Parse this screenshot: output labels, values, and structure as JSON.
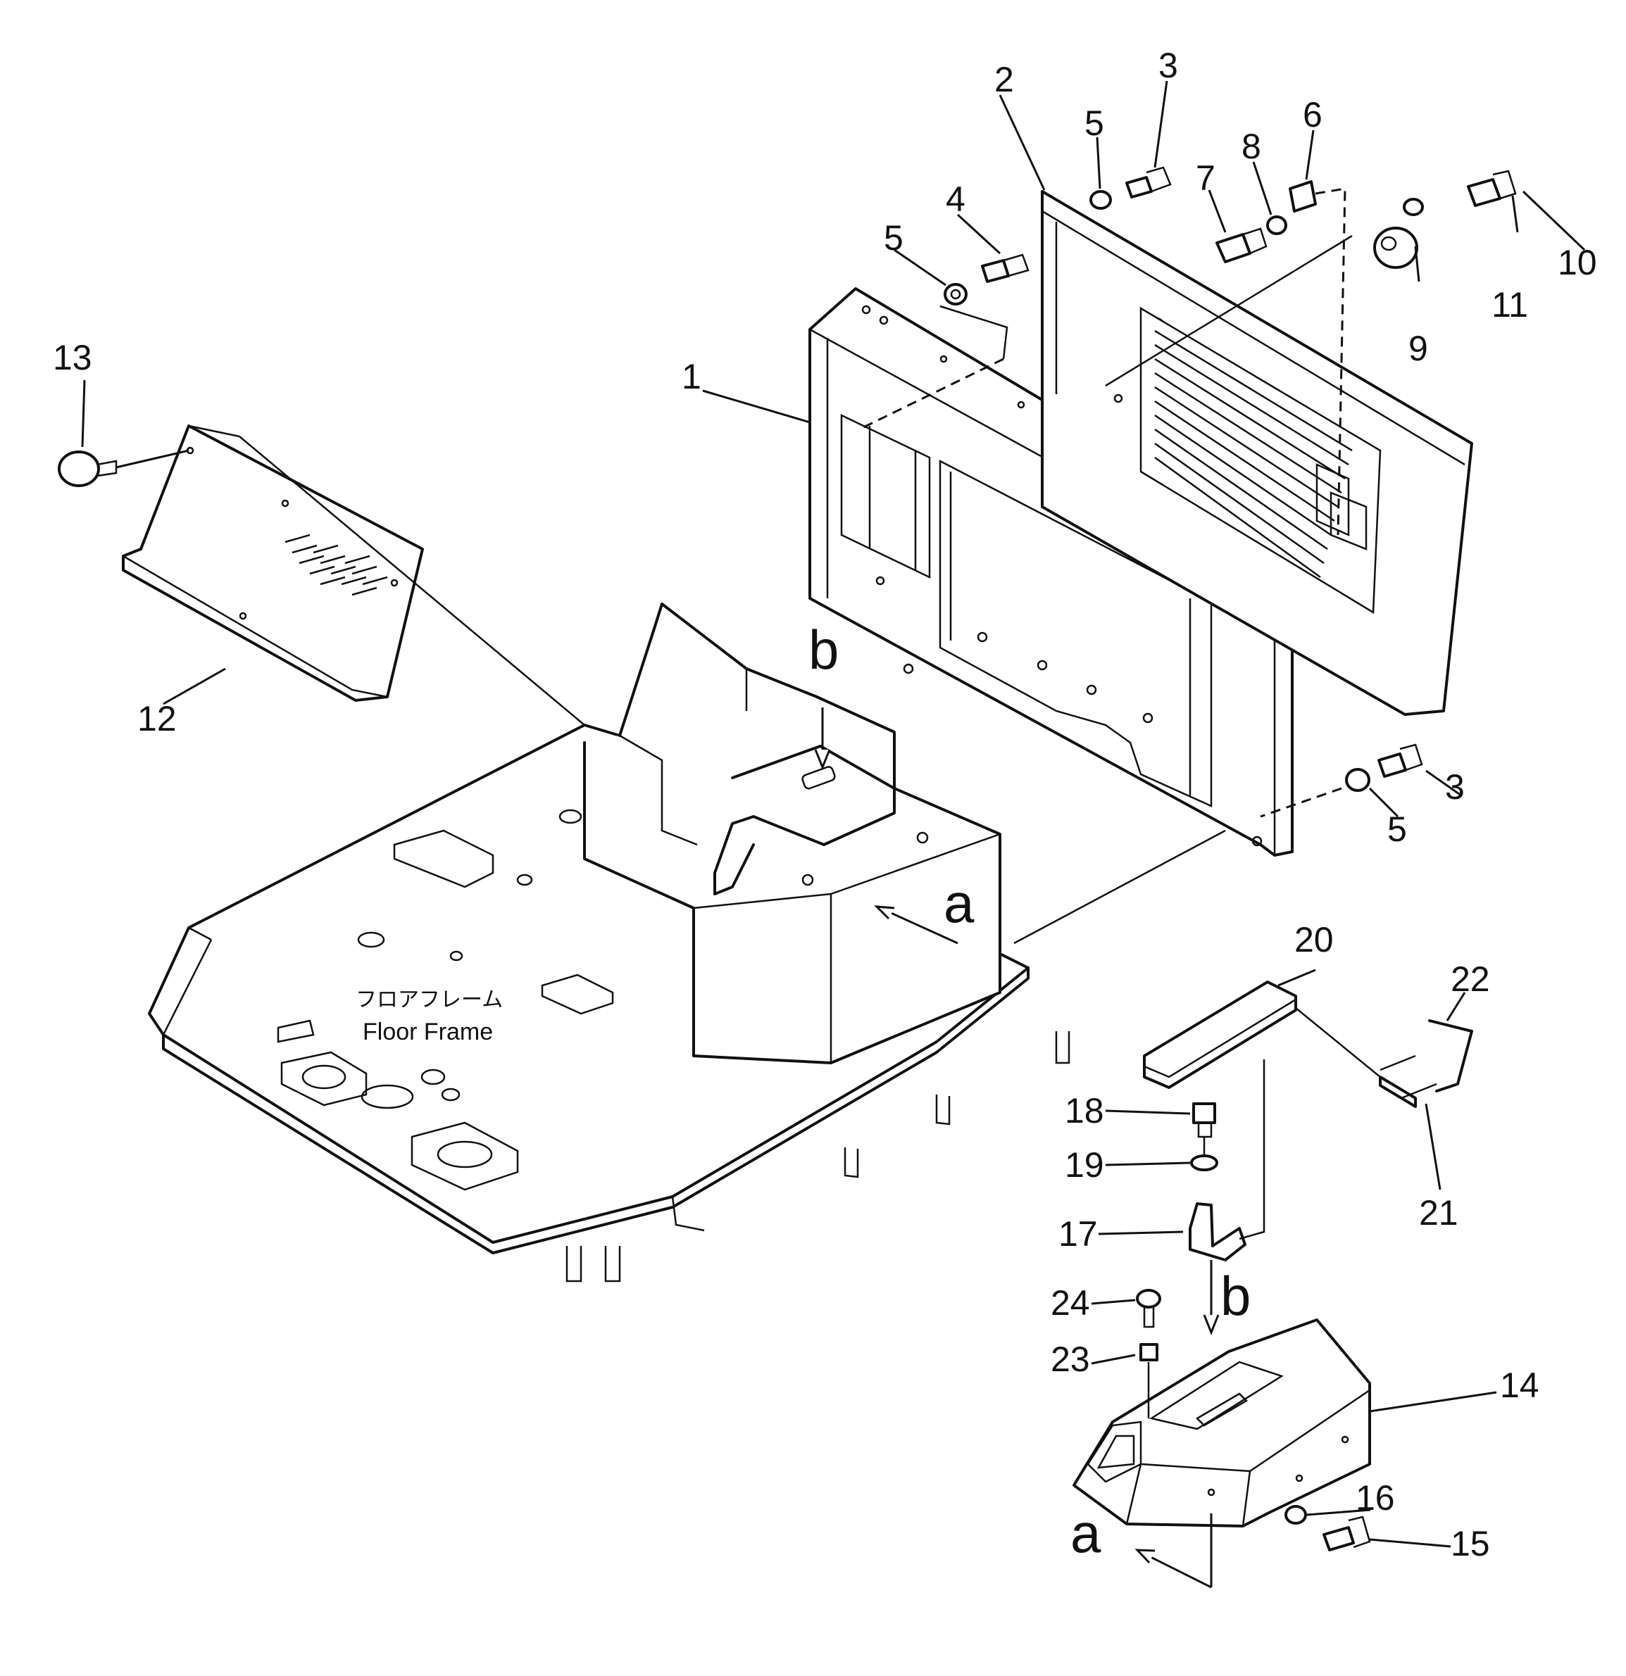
{
  "callouts": {
    "c1": "1",
    "c2": "2",
    "c3a": "3",
    "c3b": "3",
    "c4": "4",
    "c5a": "5",
    "c5b": "5",
    "c5c": "5",
    "c6": "6",
    "c7": "7",
    "c8": "8",
    "c9": "9",
    "c10": "10",
    "c11": "11",
    "c12": "12",
    "c13": "13",
    "c14": "14",
    "c15": "15",
    "c16": "16",
    "c17": "17",
    "c18": "18",
    "c19": "19",
    "c20": "20",
    "c21": "21",
    "c22": "22",
    "c23": "23",
    "c24": "24"
  },
  "view_markers": {
    "a_top": "a",
    "b_top": "b",
    "a_bottom": "a",
    "b_bottom": "b"
  },
  "floor_frame": {
    "label_ja": "フロアフレーム",
    "label_en": "Floor Frame"
  }
}
